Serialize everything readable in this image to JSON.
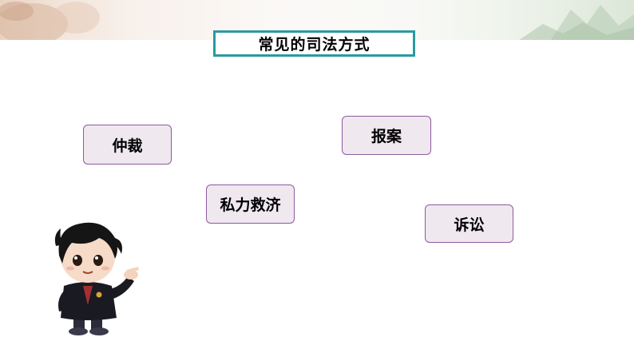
{
  "title": "常见的司法方式",
  "methods": [
    {
      "label": "仲裁"
    },
    {
      "label": "报案"
    },
    {
      "label": "私力救济"
    },
    {
      "label": "诉讼"
    }
  ],
  "colors": {
    "title_border": "#2a9aa2",
    "chip_border": "#8e5aa0",
    "chip_fill": "#efe8ef"
  }
}
